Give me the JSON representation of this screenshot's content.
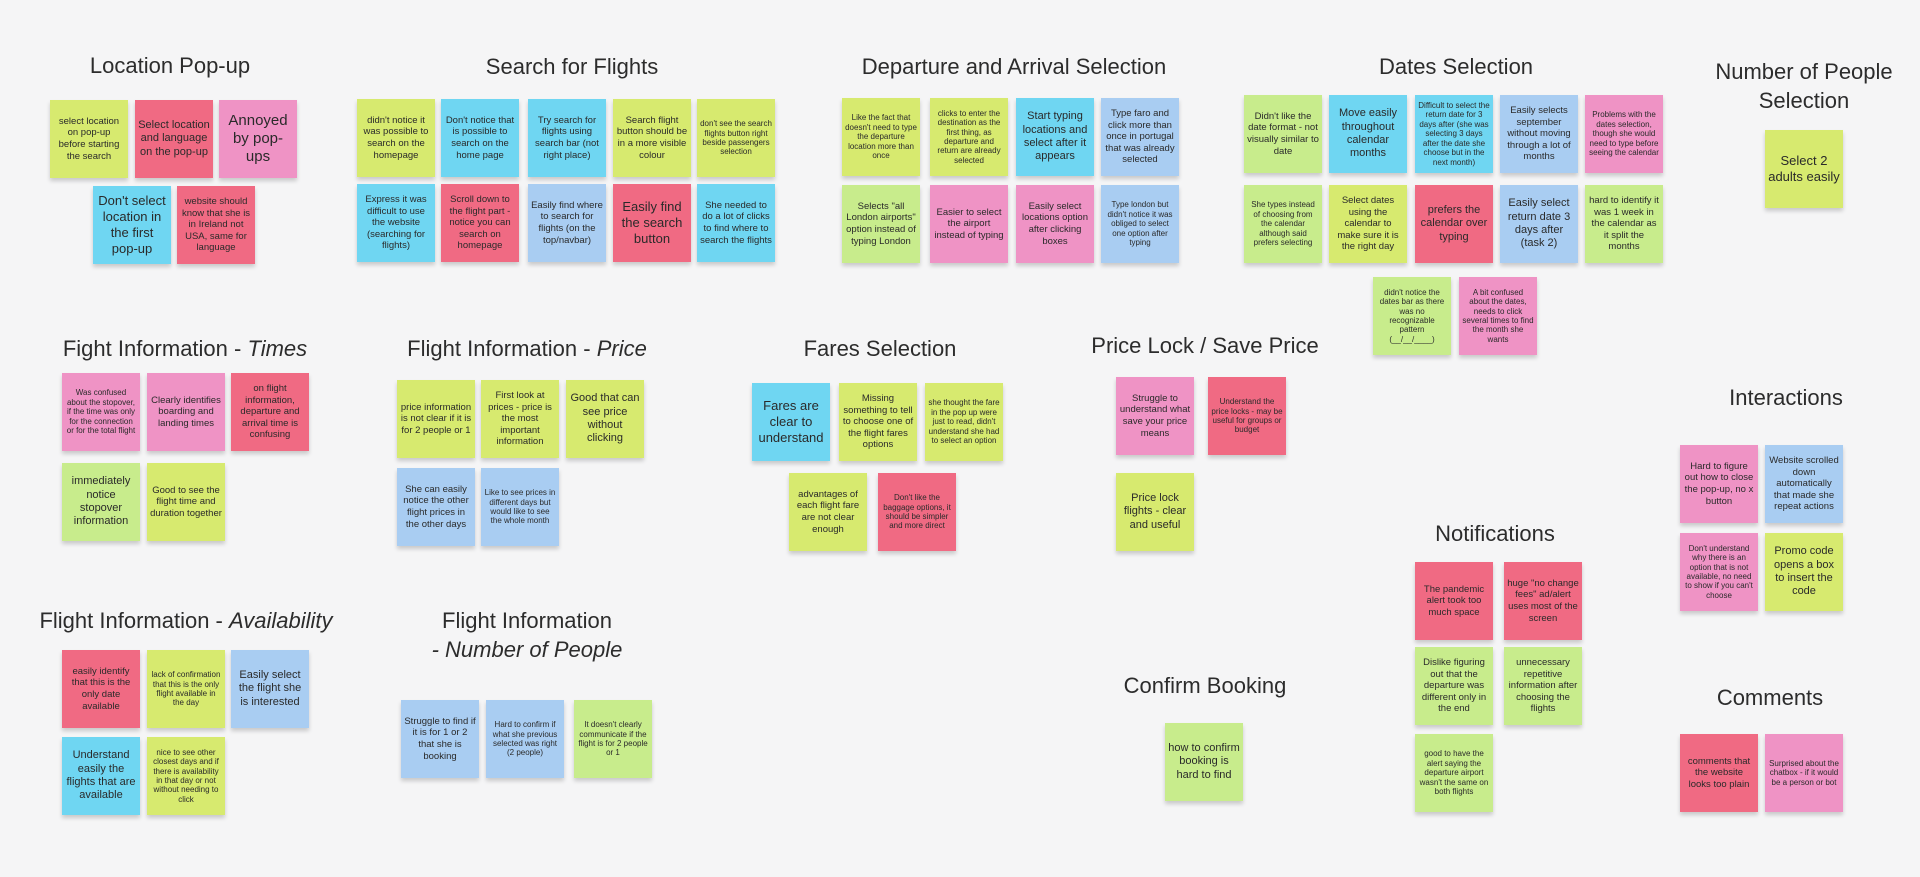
{
  "colors": {
    "lime": "#d7ea6f",
    "pink": "#ef93c5",
    "red": "#f06a83",
    "cyan": "#6fd6f2",
    "blue": "#a9cdf2",
    "green": "#c8ec8c",
    "background": "#f5f5f6"
  },
  "clusters": {
    "location_popup": {
      "title": "Location Pop-up",
      "notes": [
        "select location on pop-up before starting the search",
        "Select location and language on the pop-up",
        "Annoyed by pop-ups",
        "Don't select location in the first pop-up",
        "website should know that she is in Ireland not USA, same for language"
      ]
    },
    "search_flights": {
      "title": "Search for Flights",
      "notes": [
        "didn't notice it was possible to search on the homepage",
        "Don't notice that is possible to search on the home page",
        "Try search for flights using search bar (not right place)",
        "Search flight button should be in a more visible colour",
        "don't see the search flights button right beside passengers selection",
        "Express it was difficult to use the website (searching for flights)",
        "Scroll down to the flight part - notice you can search on homepage",
        "Easily find where to search for flights (on the top/navbar)",
        "Easily find the search button",
        "She needed to do a lot of clicks to find where to search the flights"
      ]
    },
    "departure_arrival": {
      "title": "Departure and Arrival Selection",
      "notes": [
        "Like the fact that doesn't need to type the departure location more than once",
        "clicks to enter the destination as the first thing, as departure and return are already selected",
        "Start typing locations and select after it appears",
        "Type faro and click more than once in portugal that was already selected",
        "Selects \"all London airports\" option instead of typing London",
        "Easier to select the airport instead of typing",
        "Easily select locations option after clicking  boxes",
        "Type london but didn't notice it was obliged to select one option after typing"
      ]
    },
    "dates": {
      "title": "Dates Selection",
      "notes": [
        "Didn't like the date format - not visually similar to date",
        "Move easily throughout calendar months",
        "Difficult to select the return date for 3 days after (she was selecting 3 days after the date she choose but in the next month)",
        "Easily selects september without moving through a lot of months",
        "Problems with the dates selection, though she would need to type before seeing the calendar",
        "She types instead of choosing from the calendar although said prefers selecting",
        "Select dates using the calendar to make sure it is the right day",
        "prefers the calendar over typing",
        "Easily select return date 3 days after (task 2)",
        "hard to identify it was 1 week in the calendar as it split the months",
        "didn't notice the dates bar as there was no recognizable pattern (__/__/____)",
        "A bit confused about the dates, needs to click several times to find the month she wants"
      ]
    },
    "num_people": {
      "title_line1": "Number of People",
      "title_line2": "Selection",
      "notes": [
        "Select 2 adults easily"
      ]
    },
    "fi_times": {
      "title_prefix": "Fight Information - ",
      "title_italic": "Times",
      "notes": [
        "Was confused about the stopover, if the time was only for the connection or for the total flight",
        "Clearly identifies boarding and landing times",
        "on flight information, departure and arrival time is confusing",
        "immediately notice stopover information",
        "Good to see the flight time and duration together"
      ]
    },
    "fi_price": {
      "title_prefix": "Flight Information - ",
      "title_italic": "Price",
      "notes": [
        "price information is not clear if it is for 2 people or 1",
        "First look at prices - price is the most important information",
        "Good that can see price without clicking",
        "She can easily notice the other flight prices in the other days",
        "Like to see prices in different days but would like to see the whole month"
      ]
    },
    "fares": {
      "title": "Fares Selection",
      "notes": [
        "Fares are clear to understand",
        "Missing something to tell to choose one of the flight fares options",
        "she thought the fare in the pop up were just to read, didn't understand she had to select an option",
        "advantages of each flight fare are not clear enough",
        "Don't like the baggage options, it should be simpler and more direct"
      ]
    },
    "price_lock": {
      "title": "Price Lock / Save Price",
      "notes": [
        "Struggle to understand what save your price means",
        "Understand the price locks - may be useful for groups or budget",
        "Price lock flights - clear and useful"
      ]
    },
    "interactions": {
      "title": "Interactions",
      "notes": [
        "Hard to figure out how to close the pop-up, no x button",
        "Website scrolled down automatically that made she repeat actions",
        "Don't understand why there is an option that is not available, no need to show if you can't choose",
        "Promo code opens a box to insert the code"
      ]
    },
    "fi_availability": {
      "title_prefix": "Flight Information - ",
      "title_italic": "Availability",
      "notes": [
        "easily identify that this is the only date available",
        "lack of confirmation that this is the only flight available in the day",
        "Easily select the flight she is interested",
        "Understand easily the flights that are available",
        "nice to see other closest days and if there is availability in that day or not without needing to click"
      ]
    },
    "fi_people": {
      "title_line1": "Flight Information",
      "title_line2": "- Number of People",
      "notes": [
        "Struggle to find if it is for 1 or 2 that she is booking",
        "Hard to confirm if what she previous selected was right (2 people)",
        "It doesn't clearly communicate if the flight is for 2 people or 1"
      ]
    },
    "confirm": {
      "title": "Confirm Booking",
      "notes": [
        "how to confirm booking is hard to find"
      ]
    },
    "notifications": {
      "title": "Notifications",
      "notes": [
        "The pandemic alert took too much space",
        "huge \"no change fees\" ad/alert  uses most of the screen",
        "Dislike figuring out that the departure was different only in the end",
        "unnecessary repetitive information after choosing the flights",
        "good to have the alert saying the departure airport wasn't the same on both flights"
      ]
    },
    "comments": {
      "title": "Comments",
      "notes": [
        "comments that the website looks too plain",
        "Surprised about the chatbox - if it would be a person or bot"
      ]
    }
  }
}
